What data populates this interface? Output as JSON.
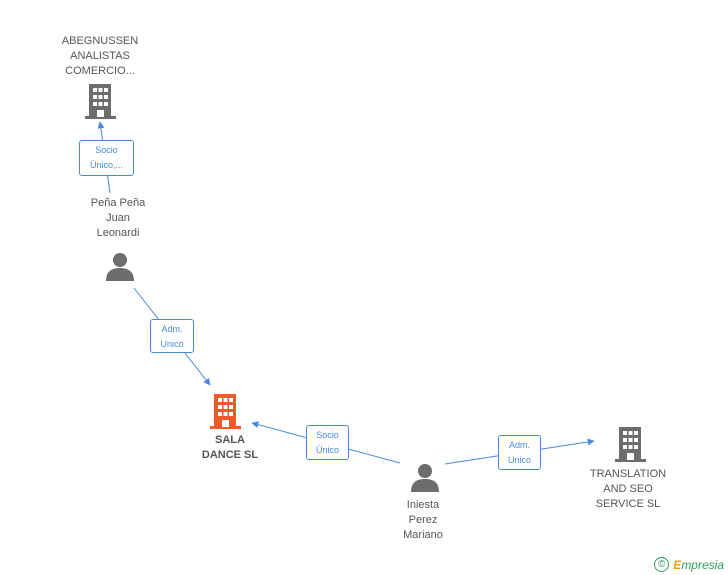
{
  "nodes": {
    "abegnussen": {
      "label": "ABEGNUSSEN\nANALISTAS\nCOMERCIO...",
      "type": "company"
    },
    "pena": {
      "label": "Peña Peña\nJuan\nLeonardi",
      "type": "person"
    },
    "sala": {
      "label": "SALA\nDANCE SL",
      "type": "company-main"
    },
    "iniesta": {
      "label": "Iniesta\nPerez\nMariano",
      "type": "person"
    },
    "translation": {
      "label": "TRANSLATION\nAND SEO\nSERVICE SL",
      "type": "company"
    }
  },
  "edges": {
    "pena_abegnussen": {
      "label": "Socio\nÚnico,..."
    },
    "pena_sala": {
      "label": "Adm.\nUnico"
    },
    "iniesta_sala": {
      "label": "Socio\nÚnico"
    },
    "iniesta_translation": {
      "label": "Adm.\nUnico"
    }
  },
  "colors": {
    "edge": "#4a89dc",
    "company": "#6d6d6d",
    "company_main": "#f05a28",
    "person": "#6d6d6d"
  },
  "footer": {
    "copyright_symbol": "©",
    "brand_initial": "E",
    "brand_rest": "mpresia"
  }
}
